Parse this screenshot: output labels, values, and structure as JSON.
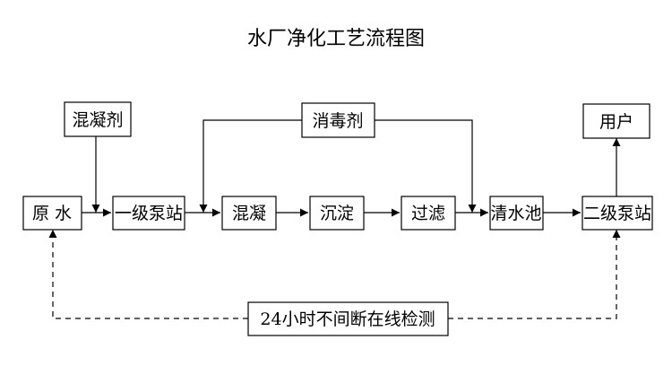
{
  "title": "水厂净化工艺流程图",
  "nodes": [
    {
      "id": "coagulant",
      "label": "混凝剂"
    },
    {
      "id": "disinfectant",
      "label": "消毒剂"
    },
    {
      "id": "user",
      "label": "用户"
    },
    {
      "id": "raw-water",
      "label": "原 水"
    },
    {
      "id": "pump1",
      "label": "一级泵站"
    },
    {
      "id": "coagulation",
      "label": "混凝"
    },
    {
      "id": "sedimentation",
      "label": "沉淀"
    },
    {
      "id": "filtration",
      "label": "过滤"
    },
    {
      "id": "clear-pool",
      "label": "清水池"
    },
    {
      "id": "pump2",
      "label": "二级泵站"
    },
    {
      "id": "monitor",
      "label": "24小时不间断在线检测"
    }
  ],
  "edges": [
    {
      "from": "raw-water",
      "to": "pump1",
      "style": "solid"
    },
    {
      "from": "coagulant",
      "to": "pump1",
      "style": "solid"
    },
    {
      "from": "pump1",
      "to": "coagulation",
      "style": "solid"
    },
    {
      "from": "disinfectant",
      "to": "coagulation",
      "style": "solid"
    },
    {
      "from": "disinfectant",
      "to": "clear-pool",
      "style": "solid"
    },
    {
      "from": "coagulation",
      "to": "sedimentation",
      "style": "solid"
    },
    {
      "from": "sedimentation",
      "to": "filtration",
      "style": "solid"
    },
    {
      "from": "filtration",
      "to": "clear-pool",
      "style": "solid"
    },
    {
      "from": "clear-pool",
      "to": "pump2",
      "style": "solid"
    },
    {
      "from": "pump2",
      "to": "user",
      "style": "solid"
    },
    {
      "from": "monitor",
      "to": "raw-water",
      "style": "dashed"
    },
    {
      "from": "monitor",
      "to": "pump2",
      "style": "dashed"
    }
  ]
}
